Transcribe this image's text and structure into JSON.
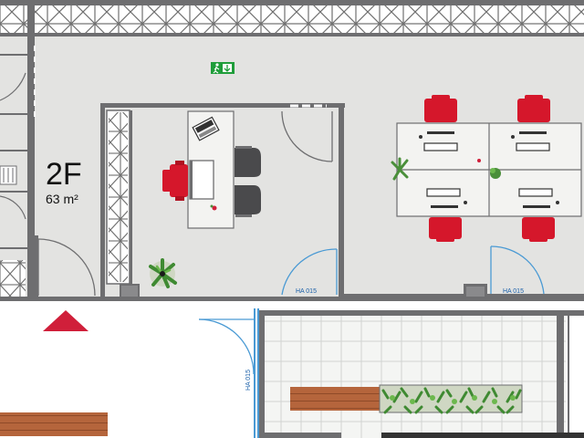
{
  "plan": {
    "zone": {
      "name": "2F",
      "area": "63 m²"
    },
    "door_tags": [
      {
        "id": "left-door",
        "label": "HA 015"
      },
      {
        "id": "right-door",
        "label": "HA 015"
      },
      {
        "id": "vertical-door",
        "label": "HA 015"
      }
    ],
    "colors": {
      "floor": "#e3e3e1",
      "wall": "#6e6e70",
      "glass": "#4a9ad4",
      "chair": "#d5172b",
      "desk": "#f3f3f1",
      "wood": "#b5653c",
      "plant": "#4a8f3a",
      "tile": "#f4f5f3",
      "exit_sign": "#1f9d3a",
      "marker": "#d01f3a"
    },
    "icons": [
      "exit-sign-icon",
      "plant-icon",
      "laptop-icon",
      "monitor-icon",
      "entrance-arrow-icon"
    ]
  }
}
